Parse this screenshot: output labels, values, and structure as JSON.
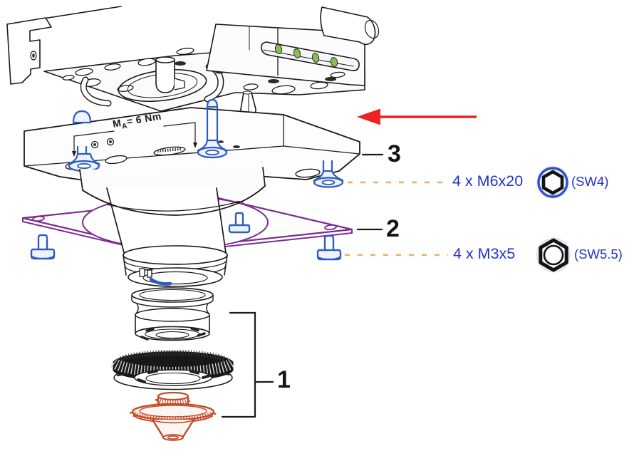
{
  "annotations": {
    "torque": {
      "prefix": "M",
      "subscript": "A",
      "suffix": "= 6 Nm"
    },
    "callouts": {
      "part1": "1",
      "part2": "2",
      "part3": "3"
    }
  },
  "fasteners": [
    {
      "label": "4 x M6x20",
      "tool_size": "(SW4)",
      "icon": "hex-socket-icon"
    },
    {
      "label": "4 x M3x5",
      "tool_size": "(SW5.5)",
      "icon": "hex-nut-icon"
    }
  ],
  "colors": {
    "line_black": "#1a1a1a",
    "screw_blue": "#2e5cc5",
    "label_blue": "#2533c4",
    "plate_purple": "#7c2e8e",
    "nozzle_orange": "#c64a26",
    "arrow_red": "#ee2222",
    "leader_orange": "#f2aa6b",
    "led_green": "#8abf4e",
    "icon_ring": "#2e4fd2",
    "icon_bg": "#e4e6f5"
  }
}
